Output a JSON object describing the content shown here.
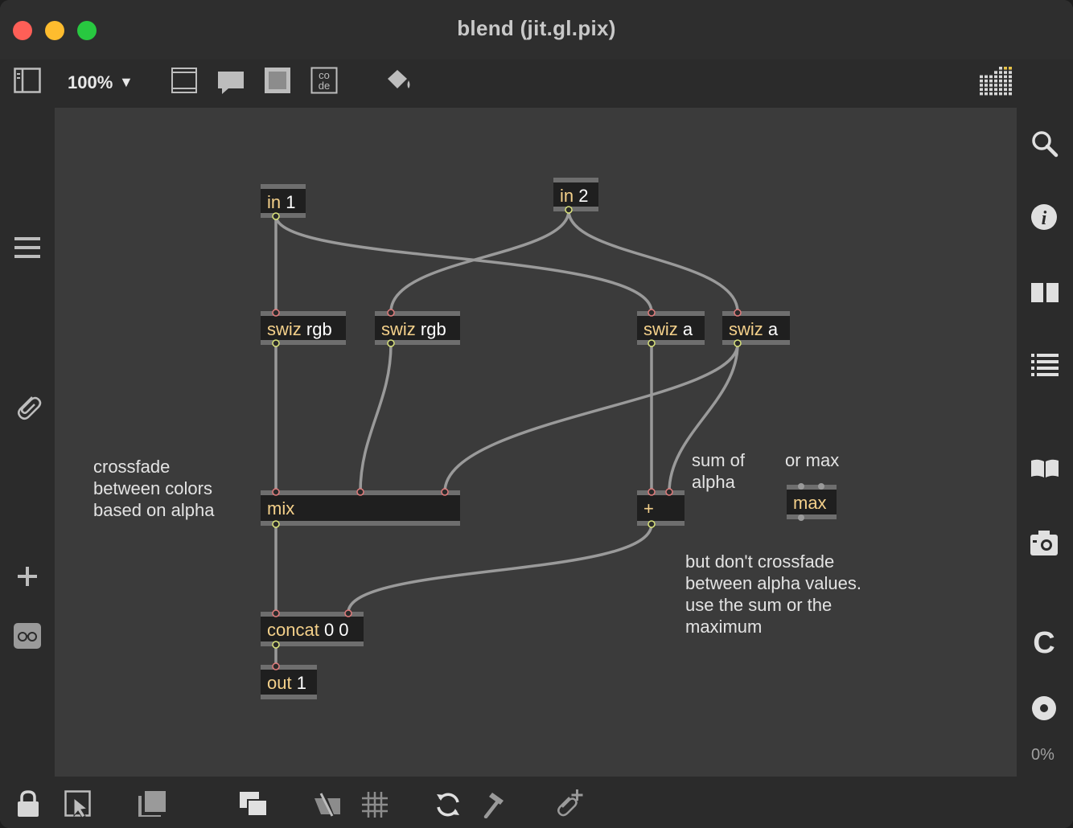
{
  "window": {
    "title": "blend (jit.gl.pix)"
  },
  "toolbar": {
    "zoom": "100%",
    "zoom_caret": "▼",
    "icons": [
      "sidebar-toggle-icon",
      "presentation-icon",
      "comment-icon",
      "frame-icon",
      "code-icon",
      "paint-bucket-icon",
      "grid-dots-icon"
    ]
  },
  "rightbar": {
    "icons": [
      "search-icon",
      "info-icon",
      "book-open-icon",
      "list-icon",
      "reference-icon",
      "snapshot-icon",
      "clippings-icon",
      "cpu-icon"
    ],
    "cpu_pct": "0%"
  },
  "leftbar": {
    "icons": [
      "menu-icon",
      "paperclip-icon",
      "add-icon",
      "glasses-icon"
    ]
  },
  "bottombar": {
    "icons": [
      "lock-icon",
      "edit-pointer-icon",
      "layers-icon",
      "window-stack-icon",
      "mute-icon",
      "grid-icon",
      "refresh-icon",
      "hammer-icon",
      "add-clip-icon"
    ]
  },
  "objects": {
    "in1": {
      "cls": "in",
      "arg": "1"
    },
    "in2": {
      "cls": "in",
      "arg": "2"
    },
    "swiz_rgb_1": {
      "cls": "swiz",
      "arg": "rgb"
    },
    "swiz_rgb_2": {
      "cls": "swiz",
      "arg": "rgb"
    },
    "swiz_a_1": {
      "cls": "swiz",
      "arg": "a"
    },
    "swiz_a_2": {
      "cls": "swiz",
      "arg": "a"
    },
    "mix": {
      "cls": "mix",
      "arg": ""
    },
    "plus": {
      "cls": "+",
      "arg": ""
    },
    "max": {
      "cls": "max",
      "arg": ""
    },
    "concat": {
      "cls": "concat",
      "arg": "0 0"
    },
    "out1": {
      "cls": "out",
      "arg": "1"
    }
  },
  "comments": {
    "crossfade": "crossfade\nbetween colors\nbased on alpha",
    "sum_of_alpha": "sum of\nalpha",
    "or_max": "or max",
    "dont_crossfade": "but don't crossfade\nbetween alpha values.\nuse the sum or the\nmaximum"
  },
  "colors": {
    "canvas": "#3b3b3b",
    "wire": "#9a9a9a",
    "class_text": "#f4d08a",
    "box_border": "#6e6e6e"
  }
}
